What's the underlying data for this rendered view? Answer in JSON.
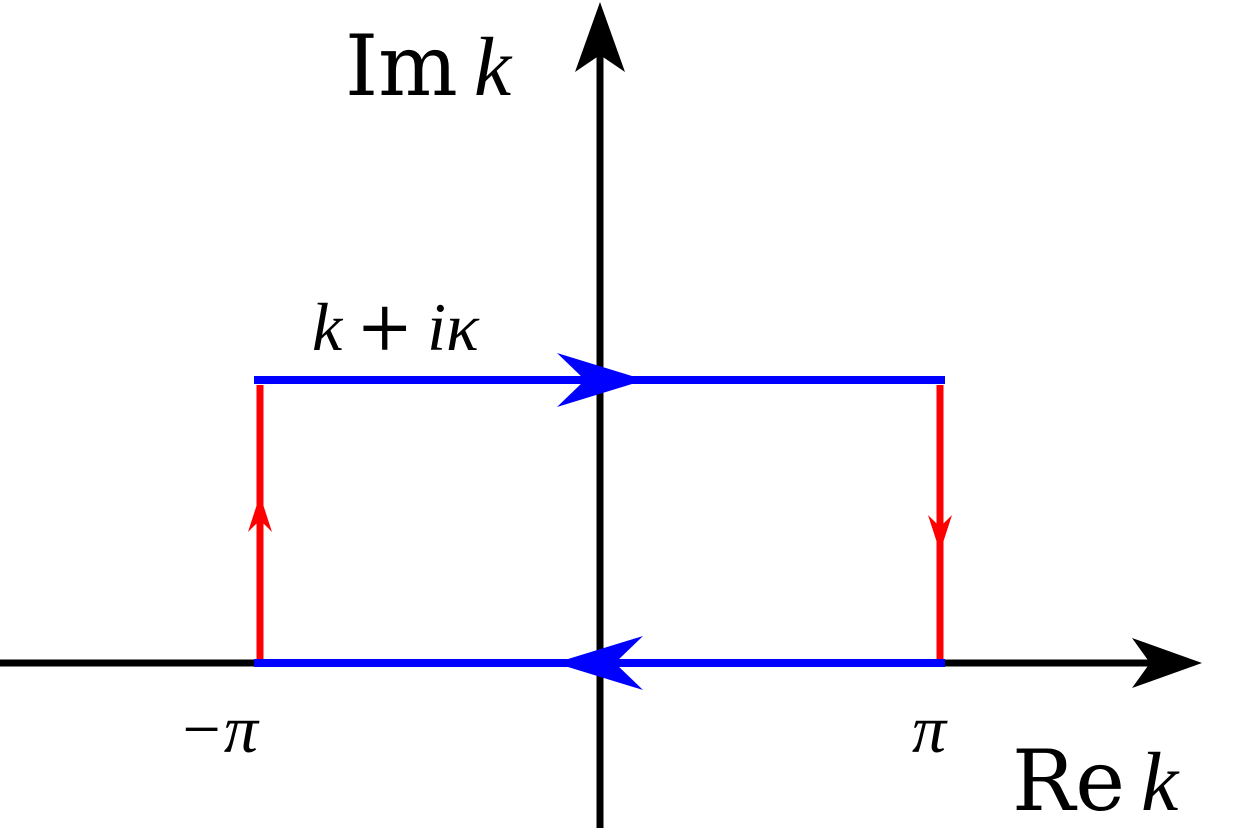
{
  "axes": {
    "imaginary_label": {
      "prefix": "Im",
      "variable": "k"
    },
    "real_label": {
      "prefix": "Re",
      "variable": "k"
    }
  },
  "contour_label": {
    "k": "k",
    "plus": "+",
    "i_kappa": "iκ"
  },
  "tick_labels": {
    "minus_pi": "−π",
    "pi": "π"
  },
  "colors": {
    "axis": "#000000",
    "horizontal_path": "#0000ff",
    "vertical_path": "#ff0000",
    "text": "#000000"
  },
  "contour": {
    "top_edge_direction": "right",
    "bottom_edge_direction": "left",
    "left_edge_direction": "up",
    "right_edge_direction": "down"
  }
}
